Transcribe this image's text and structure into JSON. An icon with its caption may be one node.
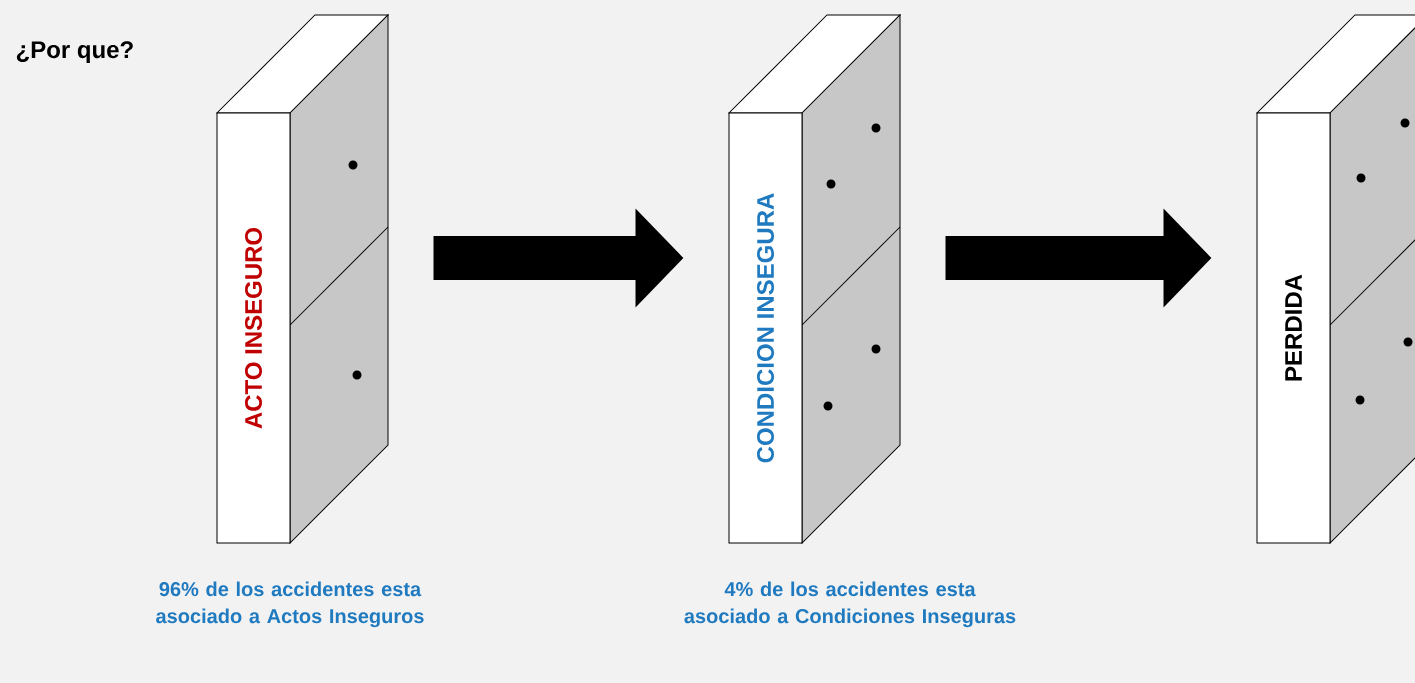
{
  "diagram": {
    "title": "¿Por que?",
    "nodes": [
      {
        "text": [
          "ACTO INSEGURO"
        ],
        "beside": [
          "96% de los accidentes esta asociado a Actos Inseguros"
        ]
      },
      {
        "text": [
          "CONDICION INSEGURA"
        ],
        "beside": [
          "4% de los accidentes esta asociado a Condiciones Inseguras"
        ]
      },
      {
        "text": [
          "PERDIDA"
        ]
      }
    ],
    "edges": [
      {
        "from": 0,
        "to": 1,
        "arrow": "to"
      },
      {
        "from": 1,
        "to": 2,
        "arrow": "to"
      }
    ]
  }
}
